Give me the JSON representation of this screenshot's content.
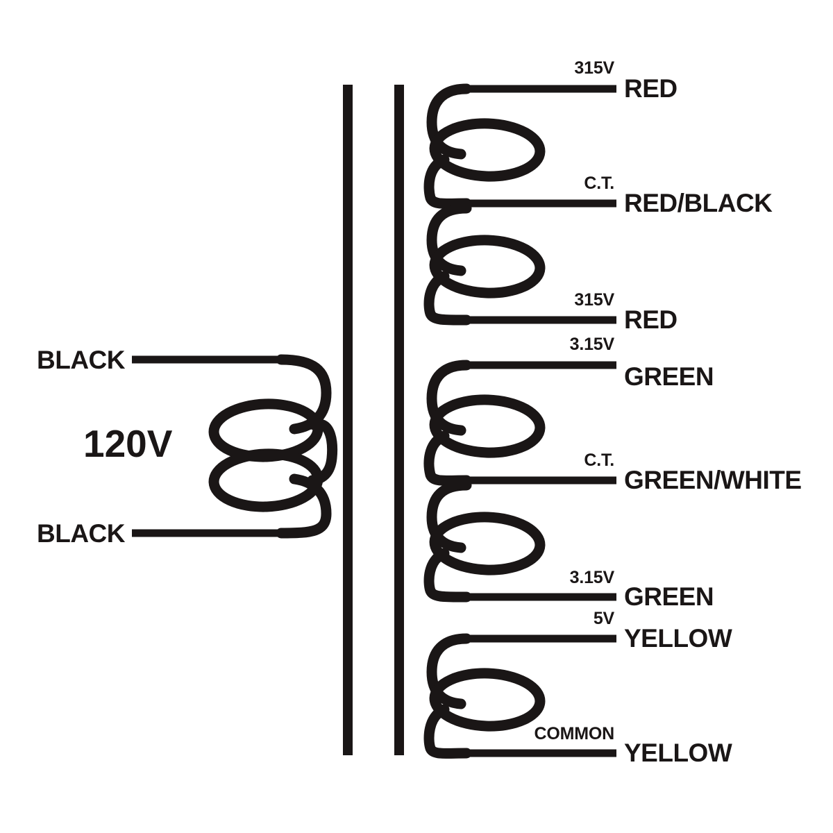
{
  "diagram": {
    "type": "transformer-wiring-diagram",
    "primary": {
      "voltage_label": "120V",
      "leads": [
        {
          "name": "primary-lead-top",
          "color_label": "BLACK",
          "tap": ""
        },
        {
          "name": "primary-lead-bottom",
          "color_label": "BLACK",
          "tap": ""
        }
      ]
    },
    "core": {
      "bar_count": 2
    },
    "secondaries": [
      {
        "group": "high-voltage-winding",
        "leads": [
          {
            "name": "hv-lead-1",
            "volt_label": "315V",
            "color_label": "RED"
          },
          {
            "name": "hv-center-tap",
            "volt_label": "C.T.",
            "color_label": "RED/BLACK"
          },
          {
            "name": "hv-lead-2",
            "volt_label": "315V",
            "color_label": "RED"
          }
        ]
      },
      {
        "group": "filament-winding-green",
        "leads": [
          {
            "name": "green-lead-1",
            "volt_label": "3.15V",
            "color_label": "GREEN"
          },
          {
            "name": "green-center-tap",
            "volt_label": "C.T.",
            "color_label": "GREEN/WHITE"
          },
          {
            "name": "green-lead-2",
            "volt_label": "3.15V",
            "color_label": "GREEN"
          }
        ]
      },
      {
        "group": "filament-winding-yellow",
        "leads": [
          {
            "name": "yellow-lead-1",
            "volt_label": "5V",
            "color_label": "YELLOW"
          },
          {
            "name": "yellow-common",
            "volt_label": "COMMON",
            "color_label": "YELLOW"
          }
        ]
      }
    ],
    "colors": {
      "ink": "#1a1616",
      "background": "#ffffff"
    }
  }
}
